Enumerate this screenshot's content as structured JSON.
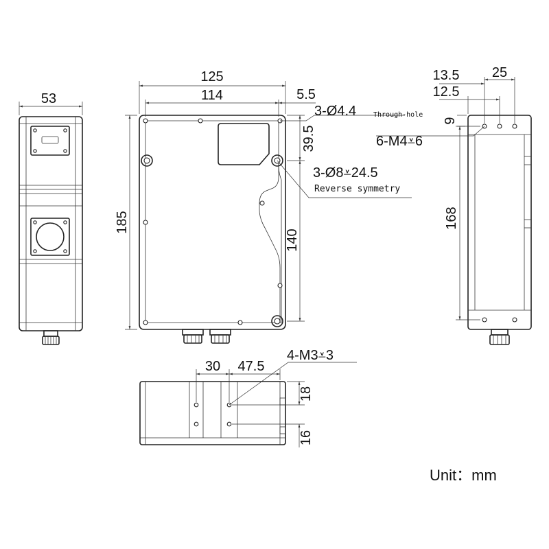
{
  "dimensions": {
    "left_width": "53",
    "front_width_outer": "125",
    "front_width_inner": "114",
    "offset_right": "5.5",
    "height_total": "185",
    "height_right": "140",
    "hole_top_offset": "39.5",
    "side_top_a": "13.5",
    "side_top_b": "12.5",
    "side_top_c": "25",
    "side_small": "9",
    "side_height": "168",
    "bottom_a": "30",
    "bottom_b": "47.5",
    "bottom_right_a": "18",
    "bottom_right_b": "16"
  },
  "callouts": {
    "through_hole_main": "3-Ø4.4",
    "through_hole_sub": "Through-hole",
    "tapped_m4": "6-M4⩡6",
    "counterbore_main": "3-Ø8⩡24.5",
    "counterbore_sub": "Reverse symmetry",
    "tapped_m3": "4-M3⩡3"
  },
  "unit_label": "Unit：mm"
}
